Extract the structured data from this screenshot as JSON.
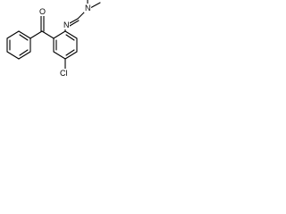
{
  "atoms": {
    "n_dimethyl": "N",
    "n_imine": "N",
    "oxygen": "O",
    "chlorine": "Cl"
  }
}
